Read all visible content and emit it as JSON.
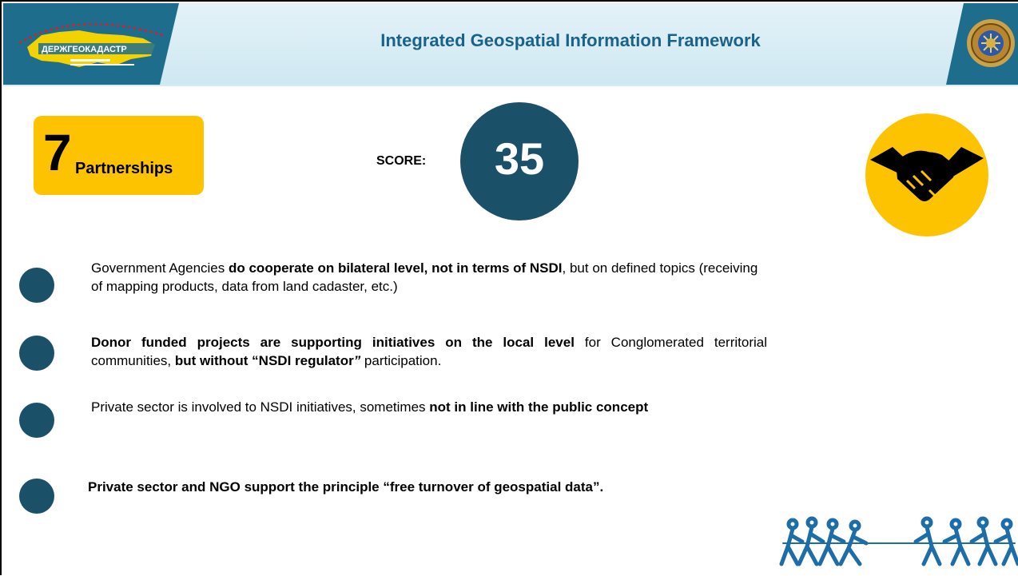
{
  "header": {
    "title": "Integrated Geospatial Information Framework",
    "logo_left_text": "ДЕРЖГЕОКАДАСТР",
    "logo_left_icon": "ukraine-map-logo",
    "logo_right_icon": "emblem-icon"
  },
  "badge": {
    "number": "7",
    "label": "Partnerships"
  },
  "score": {
    "label": "SCORE:",
    "value": "35"
  },
  "icons": {
    "handshake": "handshake-icon",
    "tug_of_war": "tug-of-war-illustration"
  },
  "colors": {
    "accent_yellow": "#fdc300",
    "navy": "#1a5068",
    "title_blue": "#1b6289"
  },
  "items": [
    {
      "p1": "Government Agencies ",
      "b1": "do cooperate on bilateral level, not in terms of NSDI",
      "p2": ", but on defined topics (receiving of mapping products, data from land cadaster, etc.)"
    },
    {
      "b1": "Donor funded projects are supporting initiatives on the local level",
      "p1": " for Conglomerated territorial communities, ",
      "b2": "but without “NSDI regulator",
      "q": "”",
      "p2": " participation."
    },
    {
      "p1": "Private sector is involved to NSDI initiatives, sometimes ",
      "b1": "not in line with the public concept"
    },
    {
      "b1": "Private sector and NGO support the principle “free turnover of geospatial data”."
    }
  ]
}
